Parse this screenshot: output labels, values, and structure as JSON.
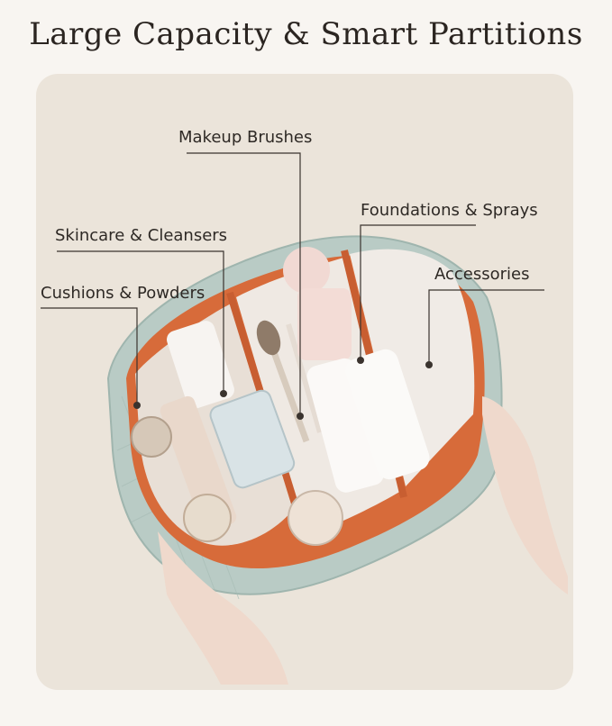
{
  "title": "Large Capacity & Smart Partitions",
  "callouts": {
    "makeup_brushes": "Makeup Brushes",
    "foundations_sprays": "Foundations & Sprays",
    "skincare_cleansers": "Skincare & Cleansers",
    "accessories": "Accessories",
    "cushions_powders": "Cushions & Powders"
  },
  "colors": {
    "page_background": "#f8f5f1",
    "panel_background": "#ebe4da",
    "bag_exterior": "#b9cbc5",
    "bag_lining": "#d76b3a",
    "text": "#2e2925"
  }
}
